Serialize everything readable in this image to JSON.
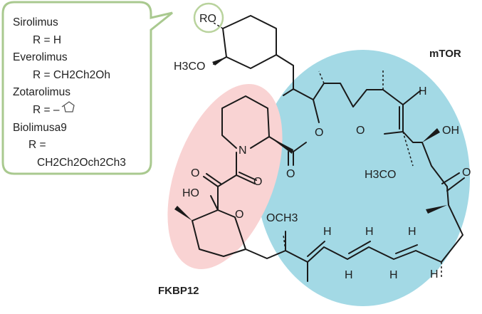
{
  "callout": {
    "sirolimus": "Sirolimus",
    "sirolimus_r": "R = H",
    "everolimus": "Everolimus",
    "everolimus_r_prefix": "R = ",
    "everolimus_r": "CH2Ch2Oh",
    "zotarolimus": "Zotarolimus",
    "zotarolimus_r": "R = –",
    "biolimus": "Biolimusa9",
    "biolimus_r": "R =",
    "biolimus_r_value": "CH2Ch2Och2Ch3"
  },
  "regions": {
    "mtor": "mTOR",
    "fkbp12": "FKBP12"
  },
  "atoms": {
    "ro": "RO",
    "h3co_top": "H3CO",
    "n": "N",
    "o_ester": "O",
    "o_ester_carbonyl": "O",
    "o_ketone_top": "O",
    "oh_right": "OH",
    "h_top_right": "H",
    "h3co_right": "H3CO",
    "o_ketone_right": "O",
    "o_amide1": "O",
    "o_amide2": "O",
    "ho": "HO",
    "o_ring": "O",
    "och3": "OCH3",
    "h_triene_1": "H",
    "h_triene_2": "H",
    "h_triene_3": "H",
    "h_triene_4": "H",
    "h_triene_5": "H",
    "h_triene_6": "H"
  },
  "colors": {
    "mtor_fill": "#a3d9e5",
    "fkbp_fill": "#f9d3d3",
    "callout_border": "#a9c98f",
    "bond": "#1a1a1a"
  }
}
